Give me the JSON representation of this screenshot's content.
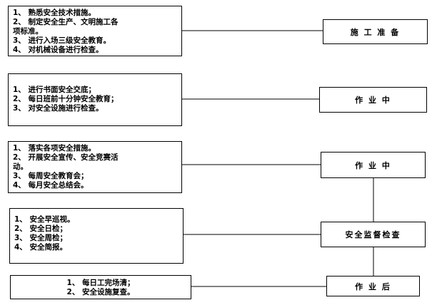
{
  "rows": [
    {
      "left_lines": [
        "1、 熟悉安全技术措施。",
        "2、 制定安全生产、文明施工各",
        "项标准。",
        "3、 进行入场三级安全教育。",
        "4、 对机械设备进行检查。"
      ],
      "right_label": "施 工 准 备"
    },
    {
      "left_lines": [
        "1、 进行书面安全交底；",
        "2、 每日班前十分钟安全教育；",
        "3、 对安全设施进行检查。"
      ],
      "right_label": "作  业  中"
    },
    {
      "left_lines": [
        "1、 落实各项安全措施。",
        "2、 开展安全宣传、安全竞赛活",
        "动。",
        "3、 每周安全教育会；",
        "4、 每月安全总结会。"
      ],
      "right_label": "作  业  中"
    },
    {
      "left_lines": [
        "1、 安全早巡视。",
        "2、 安全日检；",
        "3、 安全周检；",
        "4、 安全简报。"
      ],
      "right_label": "安全监督检查"
    },
    {
      "left_lines": [
        "1、 每日工完场清；",
        "2、 安全设施复查。"
      ],
      "right_label": "作  业  后"
    }
  ]
}
